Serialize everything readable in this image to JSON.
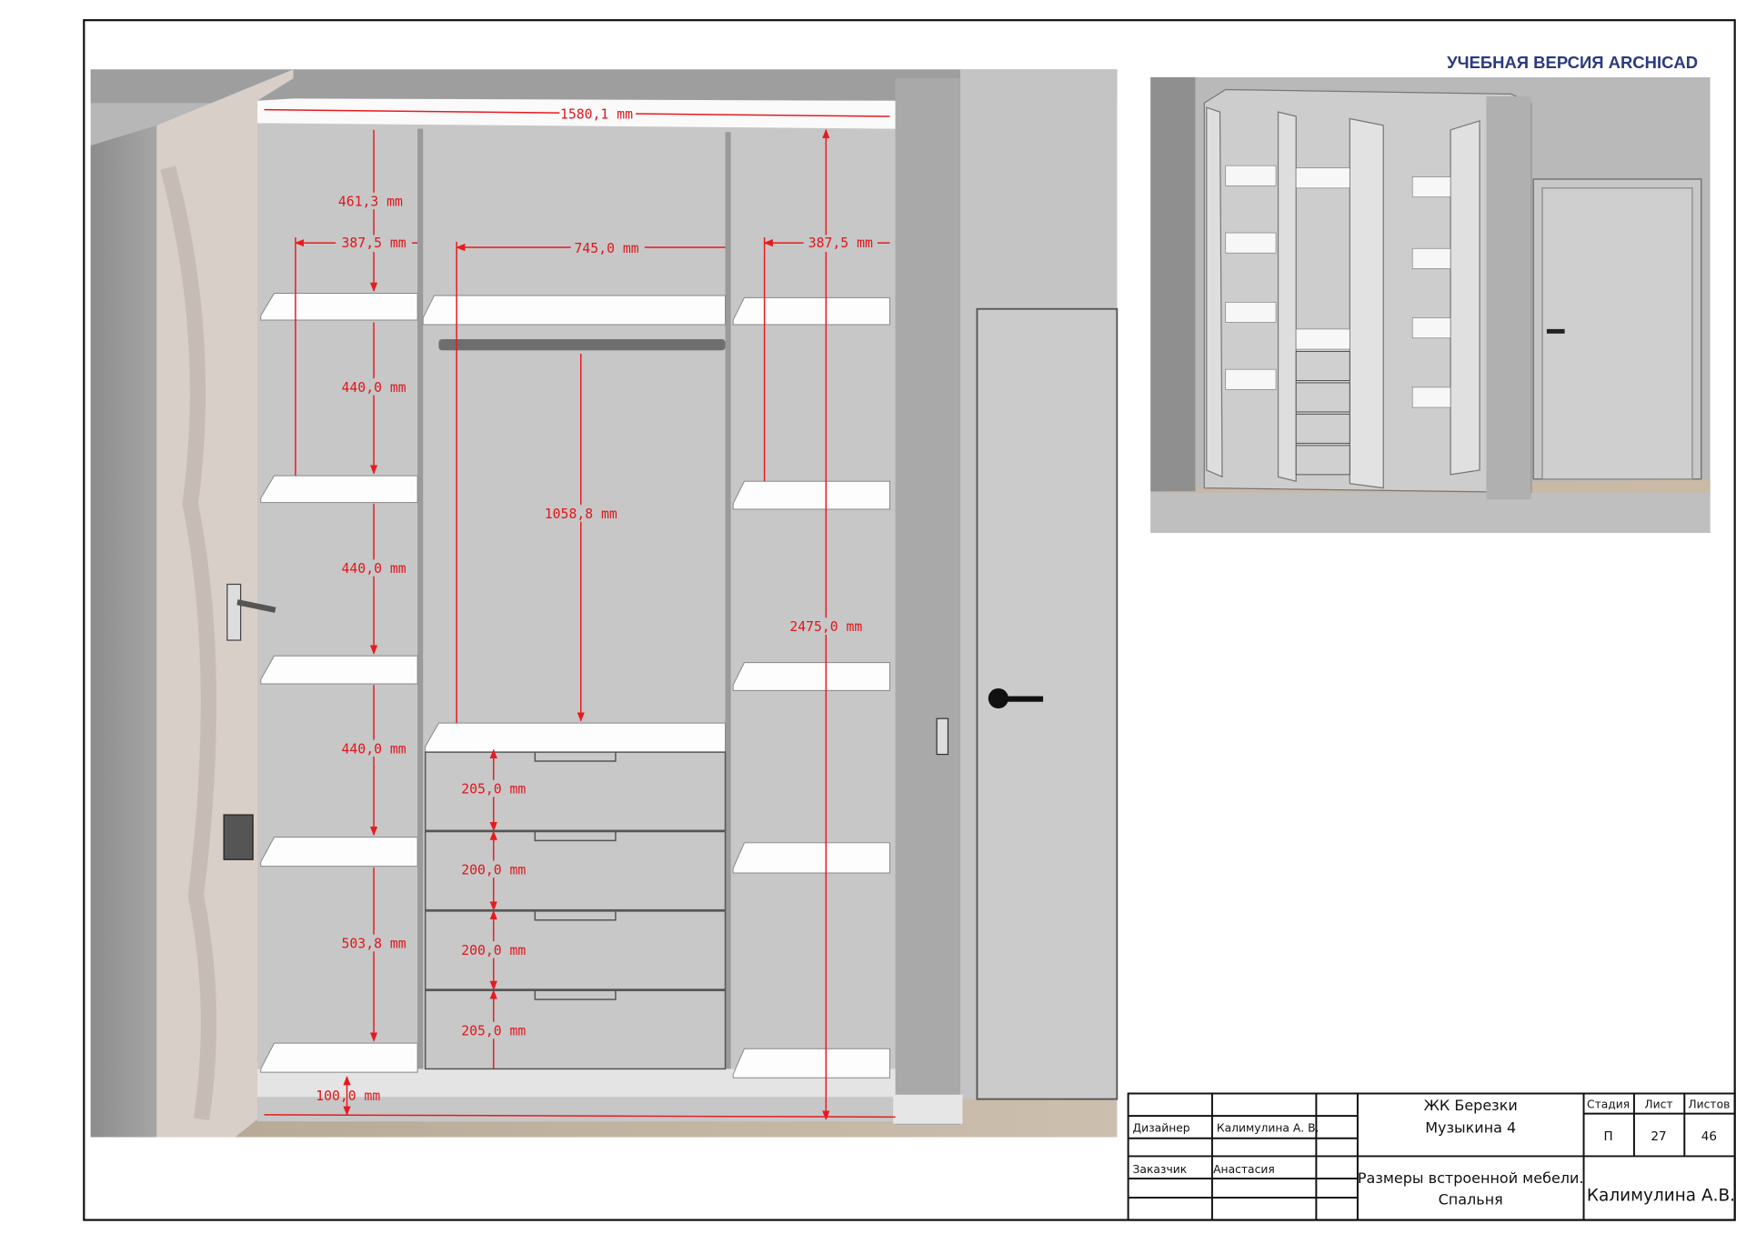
{
  "watermark": "УЧЕБНАЯ ВЕРСИЯ ARCHICAD",
  "dimensions": {
    "overall_width": "1580,1 mm",
    "top_gap_left": "461,3 mm",
    "left_section_width": "387,5 mm",
    "middle_section_width": "745,0 mm",
    "right_section_width": "387,5 mm",
    "left_shelf_gap_1": "440,0 mm",
    "left_shelf_gap_2": "440,0 mm",
    "left_shelf_gap_3": "440,0 mm",
    "left_bottom_gap": "503,8 mm",
    "plinth_height": "100,0 mm",
    "hanging_height": "1058,8 mm",
    "drawer_1": "205,0 mm",
    "drawer_2": "200,0 mm",
    "drawer_3": "200,0 mm",
    "drawer_4": "205,0 mm",
    "overall_height": "2475,0 mm"
  },
  "title_block": {
    "designer_label": "Дизайнер",
    "designer_name": "Калимулина А. В.",
    "client_label": "Заказчик",
    "client_name": "Анастасия",
    "project_line1": "ЖК Березки",
    "project_line2": "Музыкина 4",
    "sheet_title_line1": "Размеры встроенной мебели.",
    "sheet_title_line2": "Спальня",
    "stage_label": "Стадия",
    "sheet_label": "Лист",
    "sheets_label": "Листов",
    "stage_value": "П",
    "sheet_value": "27",
    "sheets_value": "46",
    "author": "Калимулина А.В."
  },
  "colors": {
    "dimension": "#e0161b",
    "watermark": "#2a3a82"
  }
}
